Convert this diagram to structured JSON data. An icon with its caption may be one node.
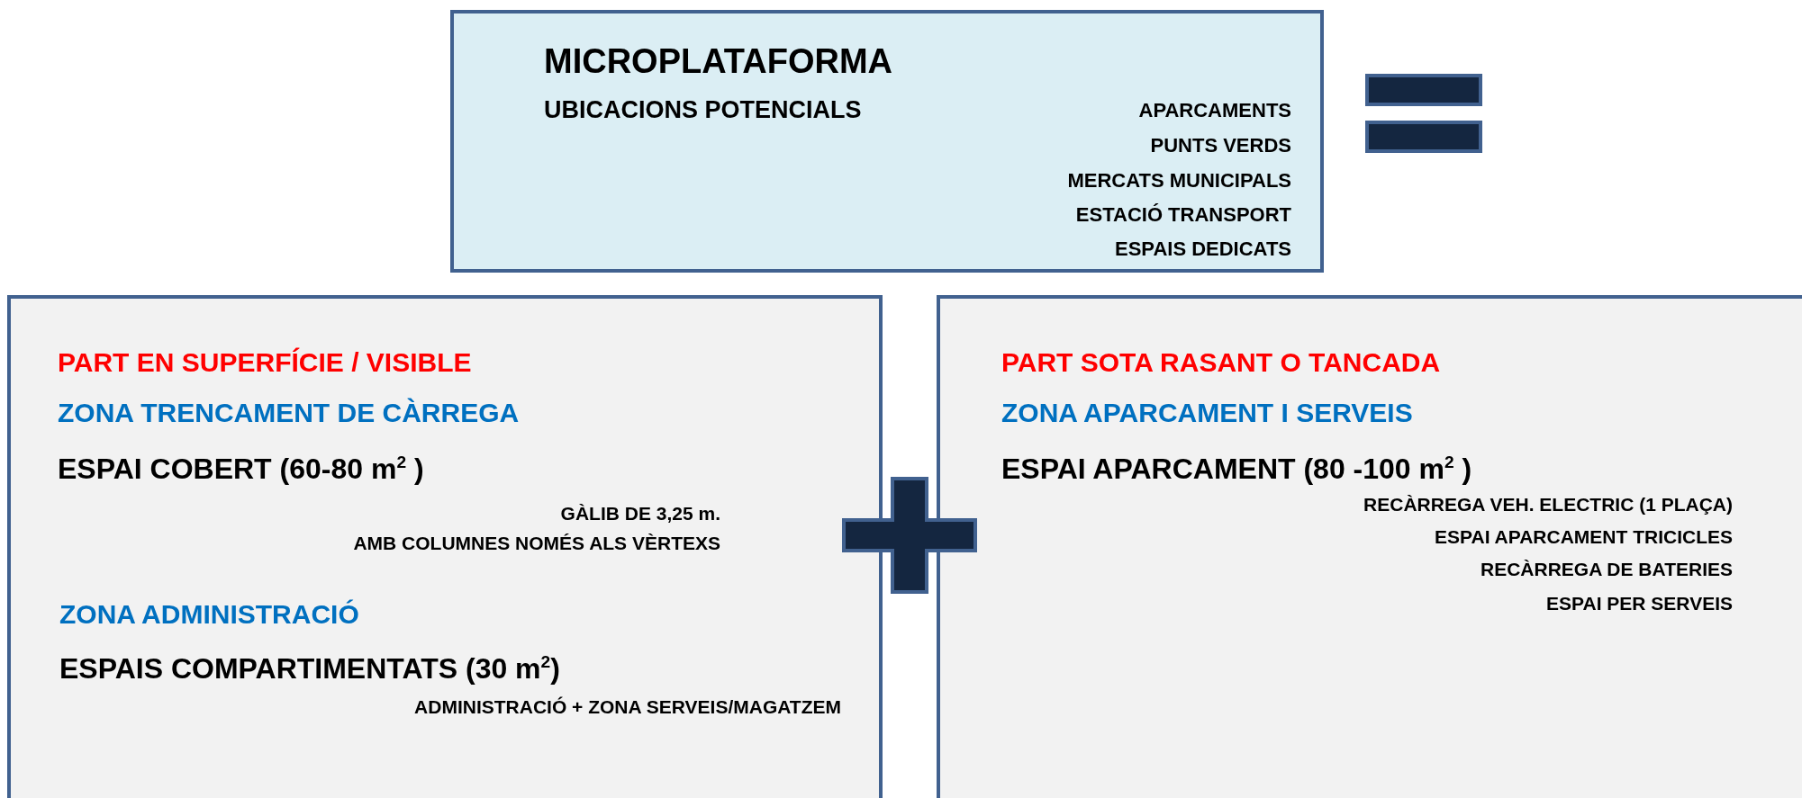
{
  "diagram": {
    "nodes": [
      {
        "text": [
          "MICROPLATAFORMA",
          "UBICACIONS POTENCIALS",
          "APARCAMENTS",
          "PUNTS VERDS",
          "MERCATS MUNICIPALS",
          "ESTACIÓ TRANSPORT",
          "ESPAIS DEDICATS"
        ]
      },
      {
        "text": [
          "PART EN SUPERFÍCIE / VISIBLE",
          "ZONA TRENCAMENT DE CÀRREGA",
          "ESPAI COBERT (60-80 m$^{2}$ )",
          "GÀLIB DE 3,25 m.",
          "AMB COLUMNES NOMÉS ALS VÈRTEXS",
          "ZONA ADMINISTRACIÓ",
          "ESPAIS COMPARTIMENTATS (30 m$^{2}$)",
          "ADMINISTRACIÓ + ZONA SERVEIS/MAGATZEM"
        ]
      },
      {
        "text": [
          "PART SOTA RASANT O TANCADA",
          "ZONA APARCAMENT I SERVEIS",
          "ESPAI APARCAMENT (80 -100 m$^{2}$ )",
          "RECÀRREGA VEH. ELECTRIC (1 PLAÇA)",
          "ESPAI APARCAMENT TRICICLES",
          "RECÀRREGA DE BATERIES",
          "ESPAI PER SERVEIS"
        ]
      }
    ]
  }
}
